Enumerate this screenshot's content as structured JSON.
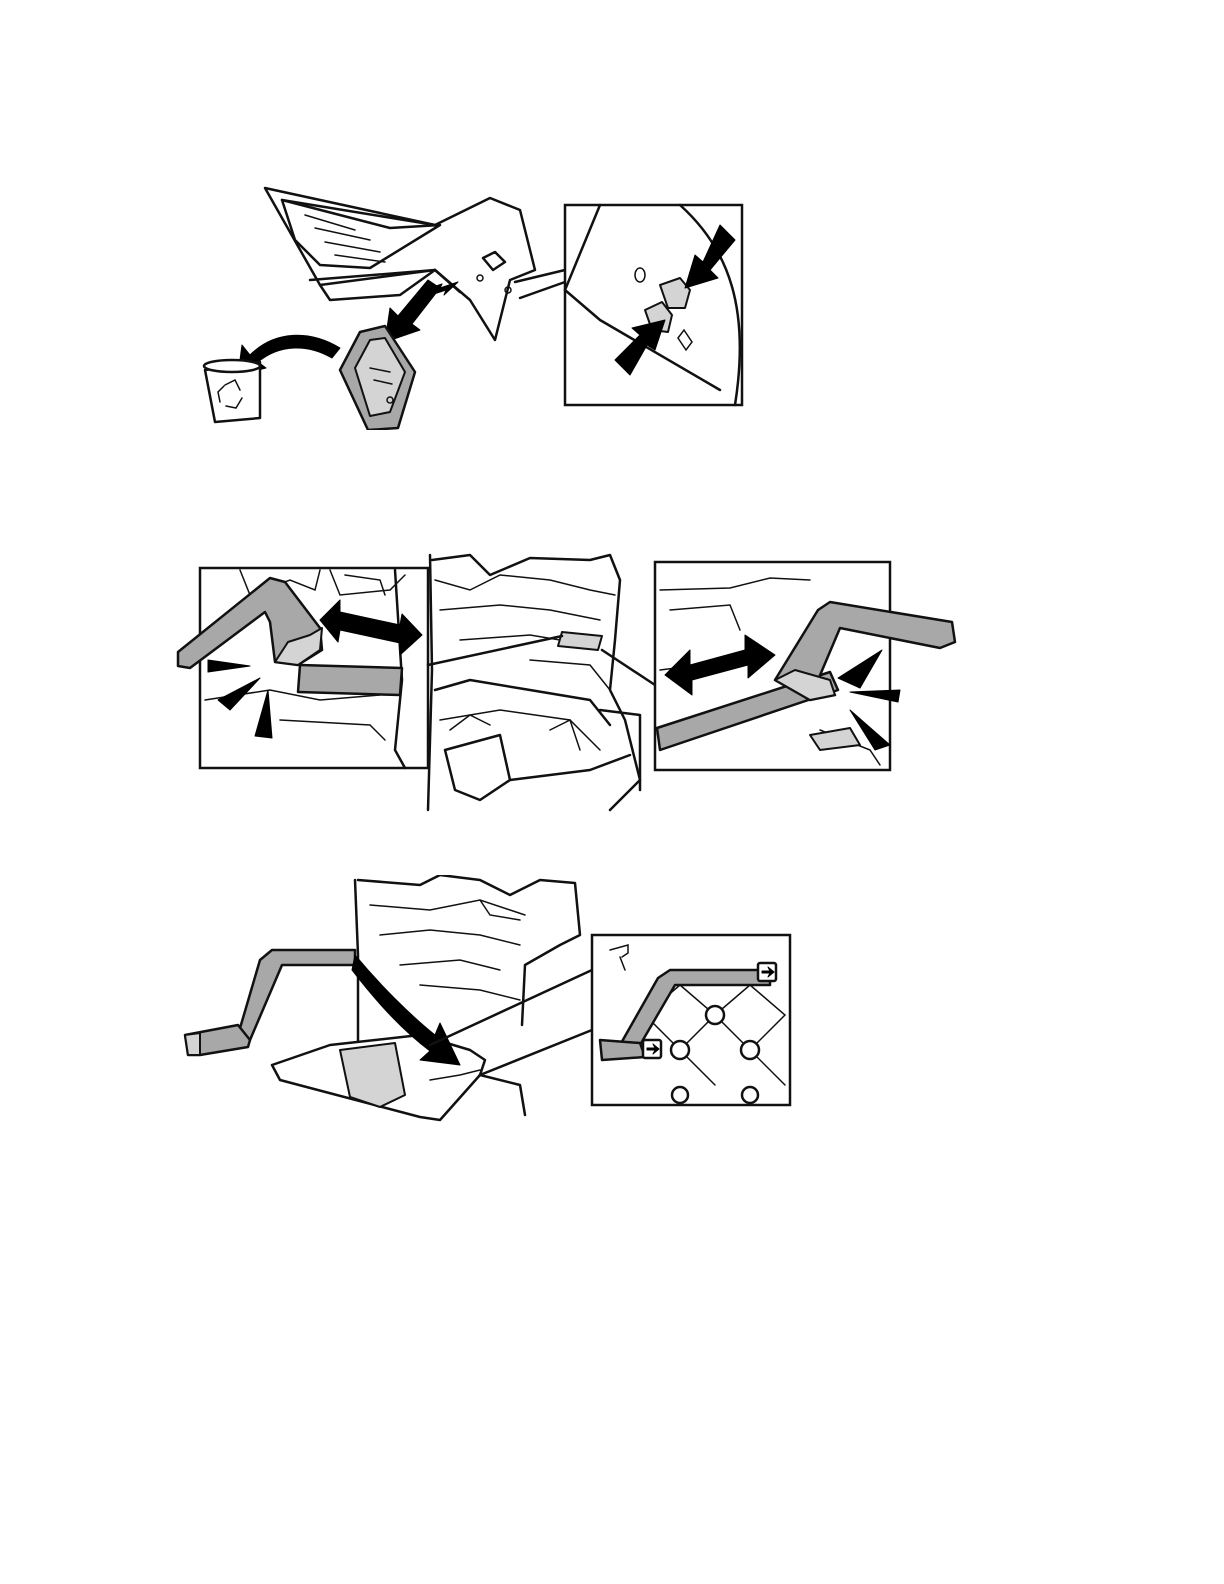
{
  "document": {
    "figures": [
      {
        "id": "fig-1",
        "icons": [
          "recycle-bin-icon",
          "push-arrow-icon",
          "curved-arrow-icon"
        ]
      },
      {
        "id": "fig-2",
        "icons": [
          "double-arrow-icon",
          "click-pointer-icon"
        ]
      },
      {
        "id": "fig-3",
        "icons": [
          "curved-arrow-icon",
          "insert-arrow-icon"
        ]
      }
    ],
    "colors": {
      "line": "#111111",
      "part_gray": "#a8a8a8",
      "light_gray": "#d4d4d4",
      "background": "#ffffff"
    }
  }
}
